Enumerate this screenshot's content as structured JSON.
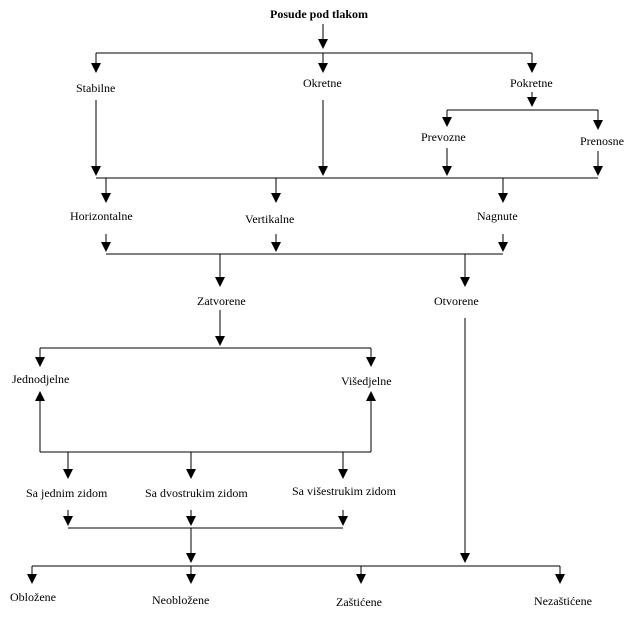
{
  "diagram": {
    "title": "Posude pod tlakom",
    "nodes": {
      "stabilne": "Stabilne",
      "okretne": "Okretne",
      "pokretne": "Pokretne",
      "prevozne": "Prevozne",
      "prenosne": "Prenosne",
      "horizontalne": "Horizontalne",
      "vertikalne": "Vertikalne",
      "nagnute": "Nagnute",
      "zatvorene": "Zatvorene",
      "otvorene": "Otvorene",
      "jednodjelne": "Jednodjelne",
      "visedjelne": "Višedjelne",
      "sa_jednim": "Sa jednim  zidom",
      "sa_dvostrukim": "Sa dvostrukim zidom",
      "sa_visestrukim": "Sa višestrukim zidom",
      "oblozene": "Obložene",
      "neoblozene": "Neobložene",
      "zasticene": "Zaštićene",
      "nezasticene": "Nezaštićene"
    },
    "colors": {
      "line": "#000000",
      "text": "#000000",
      "background": "#ffffff"
    }
  }
}
